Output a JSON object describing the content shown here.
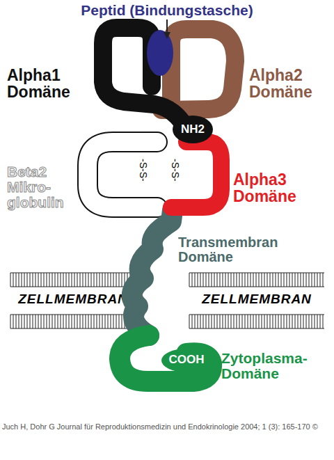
{
  "diagram": {
    "caption": "Juch H, Dohr G Journal für Reproduktionsmedizin und Endokrinologie 2004; 1 (3): 165-170 ©",
    "nodes": [
      {
        "text": [
          "Peptid (Bindungstasche)"
        ]
      },
      {
        "text": [
          "Alpha1 Domäne",
          "NH2"
        ]
      },
      {
        "text": [
          "Alpha2 Domäne"
        ]
      },
      {
        "text": [
          "Beta2 Mikro- globulin",
          "-S-S-"
        ]
      },
      {
        "text": [
          "Alpha3 Domäne",
          "-S-S-"
        ]
      },
      {
        "text": [
          "Transmembran Domäne"
        ]
      },
      {
        "text": [
          "ZELLMEMBRAN"
        ]
      },
      {
        "text": [
          "ZELLMEMBRAN"
        ]
      },
      {
        "text": [
          "Zytoplasma- Domäne",
          "COOH"
        ]
      }
    ]
  }
}
